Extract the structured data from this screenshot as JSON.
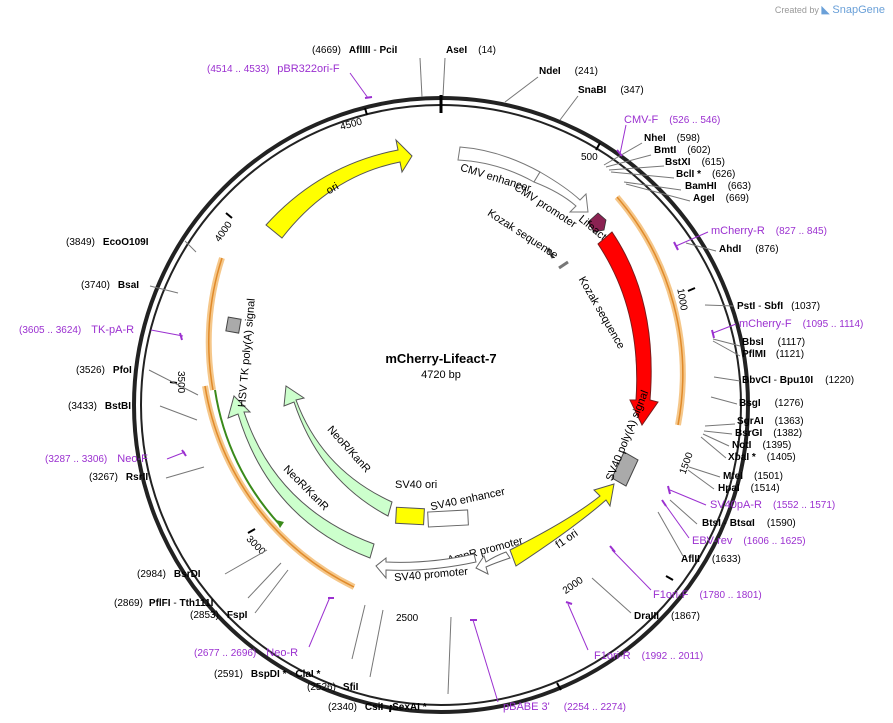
{
  "app": {
    "credit_prefix": "Created by",
    "credit_brand": "SnapGene"
  },
  "plasmid": {
    "name": "mCherry-Lifeact-7",
    "length_label": "4720 bp"
  },
  "tick_labels": [
    "500",
    "1000",
    "1500",
    "2000",
    "2500",
    "3000",
    "3500",
    "4000",
    "4500"
  ],
  "features": {
    "cmv_enhancer": "CMV enhancer",
    "cmv_promoter": "CMV promoter",
    "lifeact": "Lifeact",
    "kozak1": "Kozak sequence",
    "kozak2": "Kozak sequence",
    "mcherry": "mCherry",
    "sv40_polya": "SV40 poly(A) signal",
    "f1_ori": "f1 ori",
    "ampr_promoter": "AmpR promoter",
    "sv40_promoter": "SV40 promoter",
    "sv40_ori": "SV40 ori",
    "sv40_enhancer": "SV40 enhancer",
    "neo_kan_inner": "NeoR/KanR",
    "neo_kan_outer": "NeoR/KanR",
    "hsv_tk": "HSV TK poly(A) signal",
    "ori": "ori"
  },
  "sites": {
    "ase": {
      "name": "AseI",
      "pos": "(14)"
    },
    "afliii_pci": {
      "pos": "(4669)",
      "name": "AflIII",
      "sep": " - ",
      "name2": "PciI"
    },
    "pbr322": {
      "range": "(4514 .. 4533)",
      "name": "pBR322ori-F"
    },
    "nde": {
      "name": "NdeI",
      "pos": "(241)"
    },
    "snab": {
      "name": "SnaBI",
      "pos": "(347)"
    },
    "cmvf": {
      "name": "CMV-F",
      "range": "(526 .. 546)"
    },
    "nhe": {
      "name": "NheI",
      "pos": "(598)"
    },
    "bmt": {
      "name": "BmtI",
      "pos": "(602)"
    },
    "bstx": {
      "name": "BstXI",
      "pos": "(615)"
    },
    "bcl": {
      "name": "BclI *",
      "pos": "(626)"
    },
    "bamh": {
      "name": "BamHI",
      "pos": "(663)"
    },
    "age": {
      "name": "AgeI",
      "pos": "(669)"
    },
    "mchr": {
      "name": "mCherry-R",
      "range": "(827 .. 845)"
    },
    "ahd": {
      "name": "AhdI",
      "pos": "(876)"
    },
    "pst_sbf": {
      "name": "PstI",
      "sep": " - ",
      "name2": "SbfI",
      "pos": "(1037)"
    },
    "mchf": {
      "name": "mCherry-F",
      "range": "(1095 .. 1114)"
    },
    "bbs": {
      "name": "BbsI",
      "pos": "(1117)"
    },
    "pflm": {
      "name": "PflMI",
      "pos": "(1121)"
    },
    "bbvc": {
      "name": "BbvCI",
      "sep": " - ",
      "name2": "Bpu10I",
      "pos": "(1220)"
    },
    "bsg": {
      "name": "BsgI",
      "pos": "(1276)"
    },
    "sgra": {
      "name": "SgrAI",
      "pos": "(1363)"
    },
    "bsrg": {
      "name": "BsrGI",
      "pos": "(1382)"
    },
    "not": {
      "name": "NotI",
      "pos": "(1395)"
    },
    "xba": {
      "name": "XbaI *",
      "pos": "(1405)"
    },
    "mfe": {
      "name": "MfeI",
      "pos": "(1501)"
    },
    "hpa": {
      "name": "HpaI",
      "pos": "(1514)"
    },
    "sv40par": {
      "name": "SV40pA-R",
      "range": "(1552 .. 1571)"
    },
    "bts": {
      "name": "BtsI",
      "sep": " - ",
      "name2": "BtsαI",
      "pos": "(1590)"
    },
    "ebv": {
      "name": "EBV-rev",
      "range": "(1606 .. 1625)"
    },
    "afl2": {
      "name": "AflII",
      "pos": "(1633)"
    },
    "f1orif": {
      "name": "F1ori-F",
      "range": "(1780 .. 1801)"
    },
    "dra3": {
      "name": "DraIII",
      "pos": "(1867)"
    },
    "f1orir": {
      "name": "F1ori-R",
      "range": "(1992 .. 2011)"
    },
    "pbabe": {
      "name": "pBABE 3'",
      "range": "(2254 .. 2274)"
    },
    "csi": {
      "pos": "(2340)",
      "name": "CsiI",
      "sep": " - ",
      "name2": "SexAI *"
    },
    "sfi": {
      "pos": "(2526)",
      "name": "SfiI"
    },
    "bspd": {
      "pos": "(2591)",
      "name": "BspDI *",
      "sep": " - ",
      "name2": "ClaI *"
    },
    "neor": {
      "range": "(2677 .. 2696)",
      "name": "Neo-R"
    },
    "fsp": {
      "pos": "(2853)",
      "name": "FspI"
    },
    "pflf": {
      "pos": "(2869)",
      "name": "PflFI",
      "sep": " - ",
      "name2": "Tth111I"
    },
    "bsrd": {
      "pos": "(2984)",
      "name": "BsrDI"
    },
    "rsr2": {
      "pos": "(3267)",
      "name": "RsrII"
    },
    "neof": {
      "range": "(3287 .. 3306)",
      "name": "Neo-F"
    },
    "bstb": {
      "pos": "(3433)",
      "name": "BstBI"
    },
    "pfo": {
      "pos": "(3526)",
      "name": "PfoI"
    },
    "tkpar": {
      "range": "(3605 .. 3624)",
      "name": "TK-pA-R"
    },
    "bsa": {
      "pos": "(3740)",
      "name": "BsaI"
    },
    "eco": {
      "pos": "(3849)",
      "name": "EcoO109I"
    }
  },
  "colors": {
    "backbone": "#222222",
    "mcherry": "#ff0000",
    "ori": "#ffff00",
    "neo": "#ccffcc",
    "primer": "#9b30d0",
    "outline_orange": "#f5c78a"
  }
}
